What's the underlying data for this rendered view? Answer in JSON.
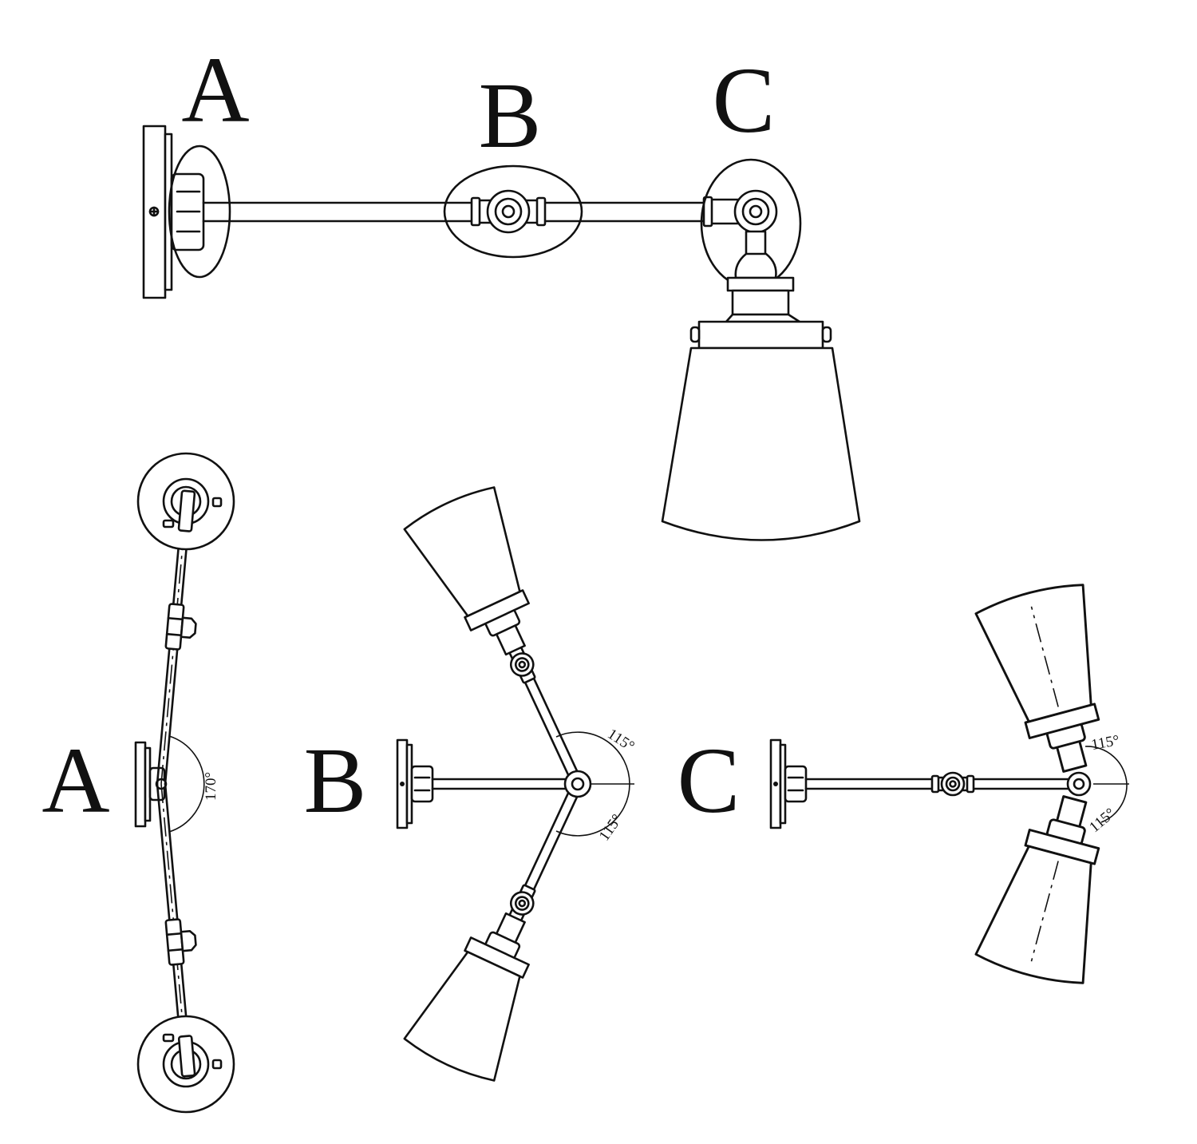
{
  "top_view": {
    "labels": [
      "A",
      "B",
      "C"
    ]
  },
  "bottom_views": [
    {
      "label": "A",
      "angles": [
        "170°"
      ]
    },
    {
      "label": "B",
      "angles": [
        "115°",
        "115°"
      ]
    },
    {
      "label": "C",
      "angles": [
        "115°",
        "115°"
      ]
    }
  ]
}
